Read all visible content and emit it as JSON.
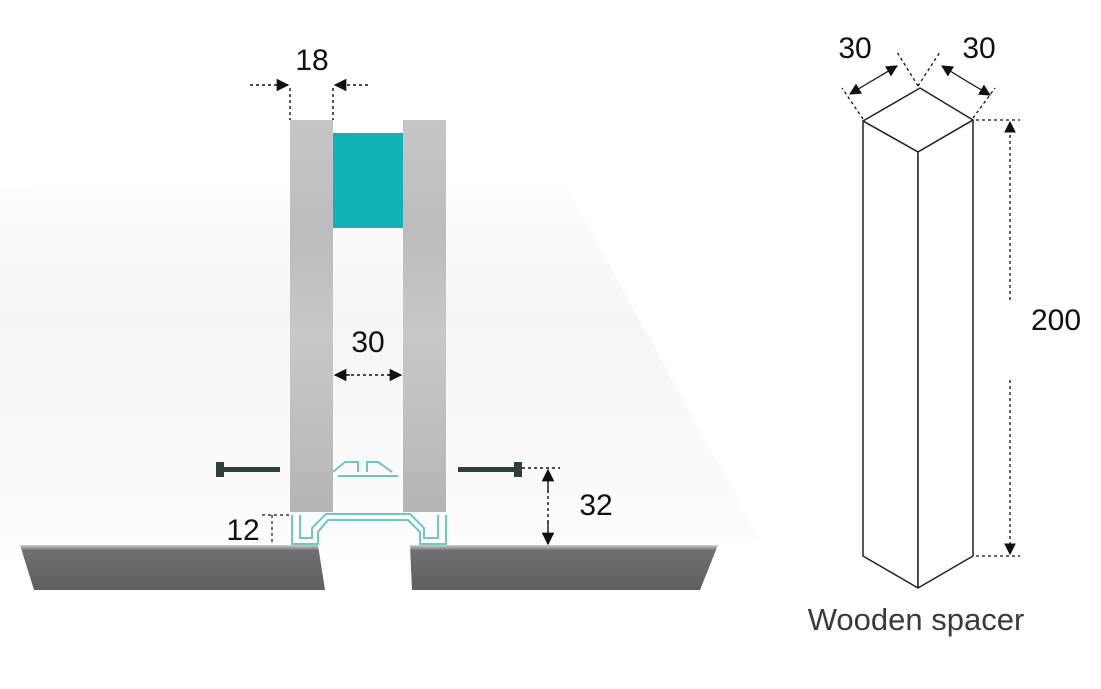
{
  "section": {
    "dimensions": {
      "panel_thickness": "18",
      "gap_width": "30",
      "screw_height": "32",
      "profile_height": "12"
    }
  },
  "spacer": {
    "dimensions": {
      "depth_left": "30",
      "depth_right": "30",
      "height": "200"
    },
    "caption": "Wooden spacer"
  },
  "colors": {
    "panel": "#c4c4c4",
    "spacer_block": "#12b3b6",
    "floor": "#6e6e6e",
    "profile": "#7fd0cc",
    "dimension_line": "#111111"
  }
}
